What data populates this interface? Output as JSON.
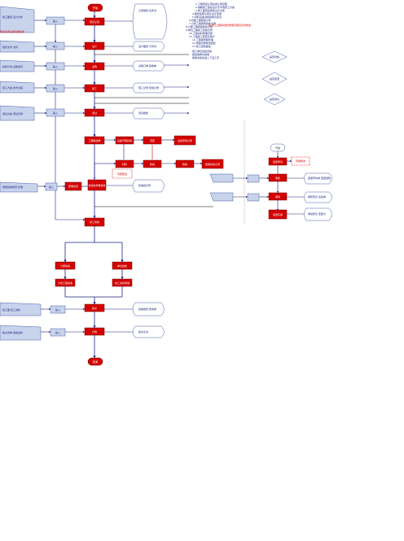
{
  "colors": {
    "process_fill": "#d40000",
    "process_stroke": "#6b0000",
    "arrow": "#1a237e",
    "io_fill": "#c8d3ec",
    "io_stroke": "#4a5ea8",
    "doc_fill": "#ffffff",
    "doc_stroke": "#4a5ea8",
    "note_red": "#e00000",
    "line_black": "#000000"
  },
  "flow": {
    "start_label": "开始",
    "end_label": "结束",
    "main_steps": [
      "项目立项",
      "设计",
      "采购",
      "施工",
      "调试"
    ],
    "branch_top": [
      "工程联络单",
      "设备开箱检验",
      "安装",
      "设备安装记录"
    ],
    "branch_mid": [
      "材料",
      "检验",
      "验收",
      "质量检验记录"
    ],
    "merge_step": "质量检查",
    "merge_step2": "检验批质量验收",
    "decision_step": "竣工验收",
    "left_branch": [
      "分部验收",
      "分项工程验收"
    ],
    "right_branch": [
      "单位验收",
      "竣工资料整理"
    ],
    "final_steps": [
      "移交",
      "归档"
    ],
    "right_column": [
      "开始",
      "变更申请",
      "审核",
      "审批",
      "变更实施"
    ],
    "note_text": "问题整改"
  },
  "notes": {
    "top_right": [
      "1.工程项目立项后成立项目部",
      "2.编制施工组织设计及专项施工方案",
      "3.施工图纸会审和设计交底",
      "4.图纸会审记录及设计变更",
      "5.材料设备进场验收及复试",
      "6.隐蔽工程验收记录",
      "7.分项工程质量验收记录",
      "8.分部工程质量验收记录",
      "9.单位工程竣工验收记录",
      "10.工程资料整理归档",
      "11.工程竣工结算及审计",
      "12.工程保修期管理",
      "13.质量问题整改回复",
      "14.竣工验收备案"
    ],
    "red_notes": [
      "注:施工过程中发现质量问题应及时整改",
      "整改完成后报监理验收"
    ],
    "right_side": [
      "施工单位自检合格",
      "报监理单位验收",
      "验收合格后进入下道工序"
    ]
  },
  "inputs": {
    "left_items": [
      "施工图纸 设计文件",
      "招标文件 合同",
      "材料计划 采购合同",
      "施工方案 技术交底",
      "调试方案 调试记录",
      "质量验收规范 标准",
      "竣工图 竣工资料",
      "移交清单 档案资料"
    ],
    "io_boxes": [
      "输入",
      "输入",
      "输入",
      "输入",
      "输入",
      "输入",
      "输入",
      "输入"
    ]
  },
  "outputs": {
    "docs": [
      "立项报告 任务书",
      "设计图纸 计算书",
      "采购订单 验收单",
      "施工记录 检验记录",
      "调试报告",
      "检验批记录",
      "验收报告 整改单",
      "移交证书"
    ],
    "right_docs": [
      "变更申请单 变更通知",
      "审核意见 会签单",
      "审批意见 变更令"
    ]
  },
  "decisions": [
    "是否合格",
    "是否变更",
    "是否通过"
  ]
}
